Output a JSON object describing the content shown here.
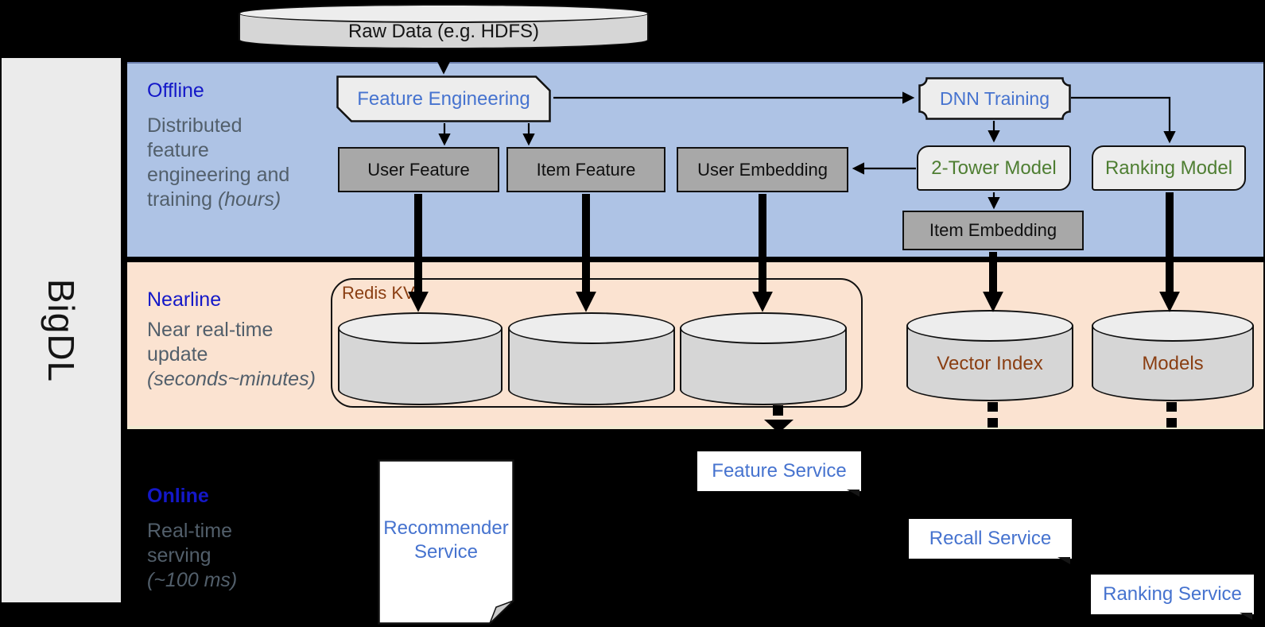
{
  "brand": "BigDL",
  "colors": {
    "band_offline": "#aec3e5",
    "band_nearline": "#fbe3d1",
    "background": "#000000",
    "section_label_blue": "#1418c8",
    "description_gray": "#525f6b",
    "shape_text_blue": "#4673cf",
    "shape_text_green": "#4e7e32",
    "shape_text_brown": "#8a3e12",
    "gray_box_fill": "#a8a8a8",
    "light_shape_fill": "#ededed"
  },
  "sections": {
    "offline": {
      "label": "Offline",
      "desc": [
        "Distributed",
        "feature",
        "engineering and"
      ],
      "desc_tail_normal": "training ",
      "desc_tail_italic": "(hours)"
    },
    "nearline": {
      "label": "Nearline",
      "desc": [
        "Near real-time",
        "update"
      ],
      "desc_tail_italic": "(seconds~minutes)"
    },
    "online": {
      "label": "Online",
      "desc": [
        "Real-time",
        "serving"
      ],
      "desc_tail_italic": "(~100 ms)"
    }
  },
  "nodes": {
    "raw_data": "Raw Data (e.g. HDFS)",
    "feature_engineering": "Feature Engineering",
    "dnn_training": "DNN Training",
    "user_feature": "User Feature",
    "item_feature": "Item Feature",
    "user_embedding": "User Embedding",
    "two_tower_model": "2-Tower Model",
    "ranking_model": "Ranking Model",
    "item_embedding": "Item Embedding",
    "redis_kv": "Redis KV",
    "vector_index": "Vector Index",
    "models": "Models",
    "recommender_service": "Recommender Service",
    "feature_service": "Feature Service",
    "recall_service": "Recall Service",
    "ranking_service": "Ranking Service"
  }
}
